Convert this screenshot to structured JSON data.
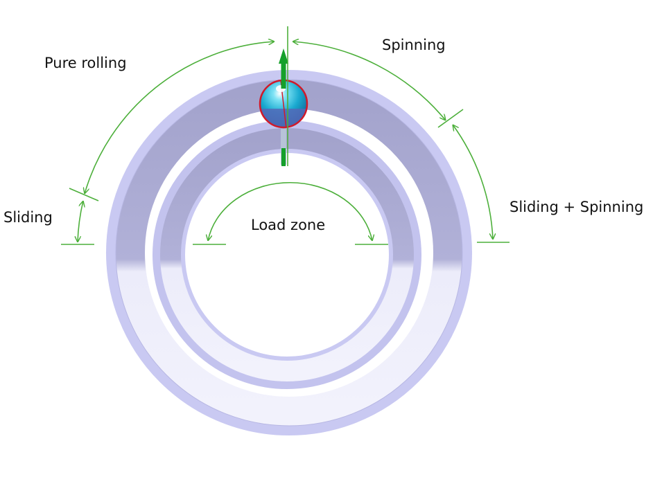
{
  "labels": {
    "pure_rolling": "Pure rolling",
    "spinning": "Spinning",
    "sliding": "Sliding",
    "sliding_spinning": "Sliding + Spinning",
    "load_zone": "Load zone"
  },
  "colors": {
    "background": "#ffffff",
    "annotation_green": "#4caf3a",
    "ring_edge": "#c9c9f2",
    "ring_face_upper": "#a9a9d2",
    "ring_face_lower": "#efeffc",
    "ball_cyan": "#22c0dd",
    "ball_outline": "#d01a2a",
    "load_arrow": "#15a02a"
  }
}
